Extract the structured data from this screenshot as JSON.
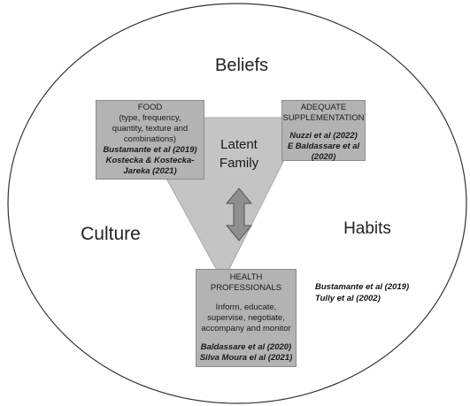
{
  "context_words": {
    "beliefs": "Beliefs",
    "culture": "Culture",
    "habits": "Habits"
  },
  "center": {
    "line1": "Latent",
    "line2": "Family"
  },
  "food_box": {
    "lines": [
      "FOOD",
      "(type, frequency,",
      "quantity, texture and",
      "combinations)"
    ],
    "refs": [
      "Bustamante et al (2019)",
      "Kostecka & Kostecka-",
      "Jareka (2021)"
    ]
  },
  "supplement_box": {
    "lines": [
      "ADEQUATE",
      "SUPPLEMENTATION"
    ],
    "refs": [
      "Nuzzi et al (2022)",
      "E Baldassare et al",
      "(2020)"
    ]
  },
  "health_box": {
    "lines": [
      "HEALTH",
      "PROFESSIONALS"
    ],
    "body": [
      "Inform, educate,",
      "supervise, negotiate,",
      "accompany and monitor"
    ],
    "refs": [
      "Baldassare et al (2020)",
      "Silva Moura el al (2021)"
    ]
  },
  "side_refs": [
    "Bustamante et al (2019)",
    "Tully et al (2002)"
  ],
  "colors": {
    "triangle_fill": "#c4c4c4",
    "box_fill": "#b3b3b3",
    "arrow_fill": "#8f8f8f",
    "circle_stroke": "#333333"
  }
}
